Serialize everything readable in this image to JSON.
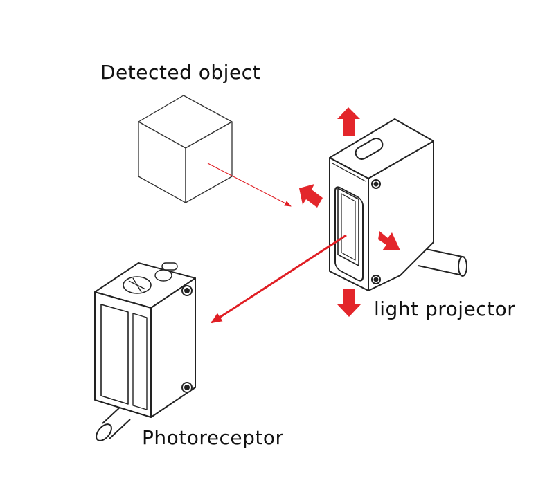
{
  "labels": {
    "detected_object": "Detected object",
    "light_projector": "light projector",
    "photoreceptor": "Photoreceptor"
  },
  "colors": {
    "beam": "#e01e24",
    "arrow": "#e3262b",
    "outline": "#222222"
  },
  "icons": [
    "cube-object-icon",
    "projector-device-icon",
    "receptor-device-icon",
    "adjust-arrow-icon"
  ]
}
